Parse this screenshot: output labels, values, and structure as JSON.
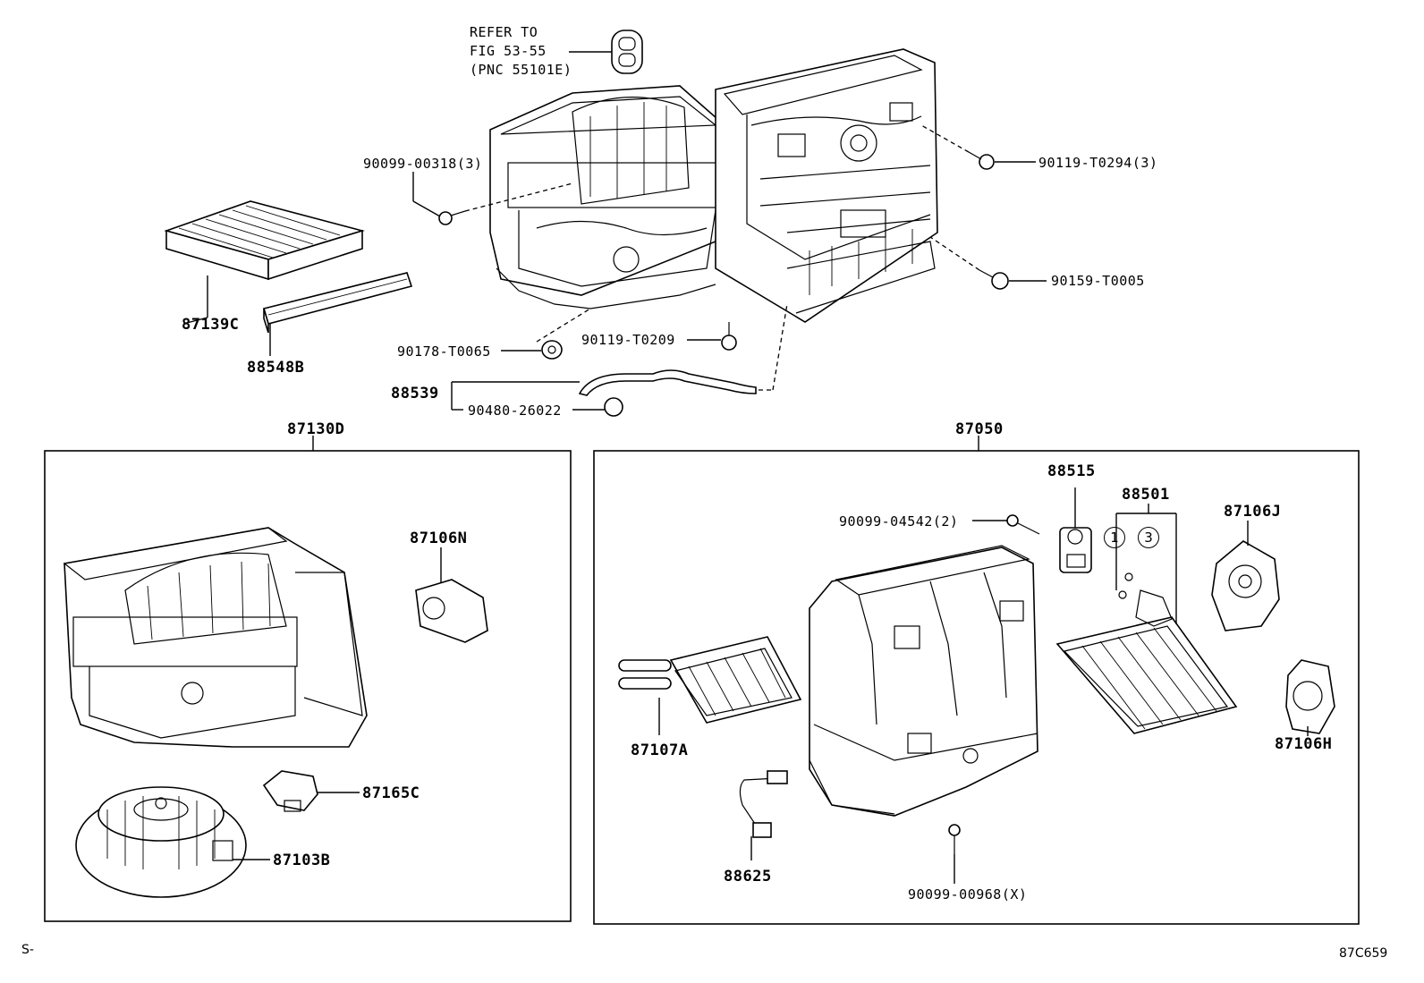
{
  "note": {
    "line1": "REFER TO",
    "line2": "FIG 53-55",
    "line3": "(PNC 55101E)"
  },
  "labels": {
    "p90099_00318": "90099-00318(3)",
    "p90119_T0294": "90119-T0294(3)",
    "p90159_T0005": "90159-T0005",
    "p87139C": "87139C",
    "p88548B": "88548B",
    "p90178_T0065": "90178-T0065",
    "p90119_T0209": "90119-T0209",
    "p88539": "88539",
    "p90480_26022": "90480-26022",
    "p87130D": "87130D",
    "p87050": "87050",
    "p87106N": "87106N",
    "p87165C": "87165C",
    "p87103B": "87103B",
    "p88515": "88515",
    "p88501": "88501",
    "p87106J": "87106J",
    "p90099_04542": "90099-04542(2)",
    "p87107A": "87107A",
    "p87106H": "87106H",
    "p88625": "88625",
    "p90099_00968": "90099-00968(X)"
  },
  "callouts": {
    "c1": "1",
    "c3": "3"
  },
  "footer": {
    "left": "S-",
    "right": "87C659"
  }
}
